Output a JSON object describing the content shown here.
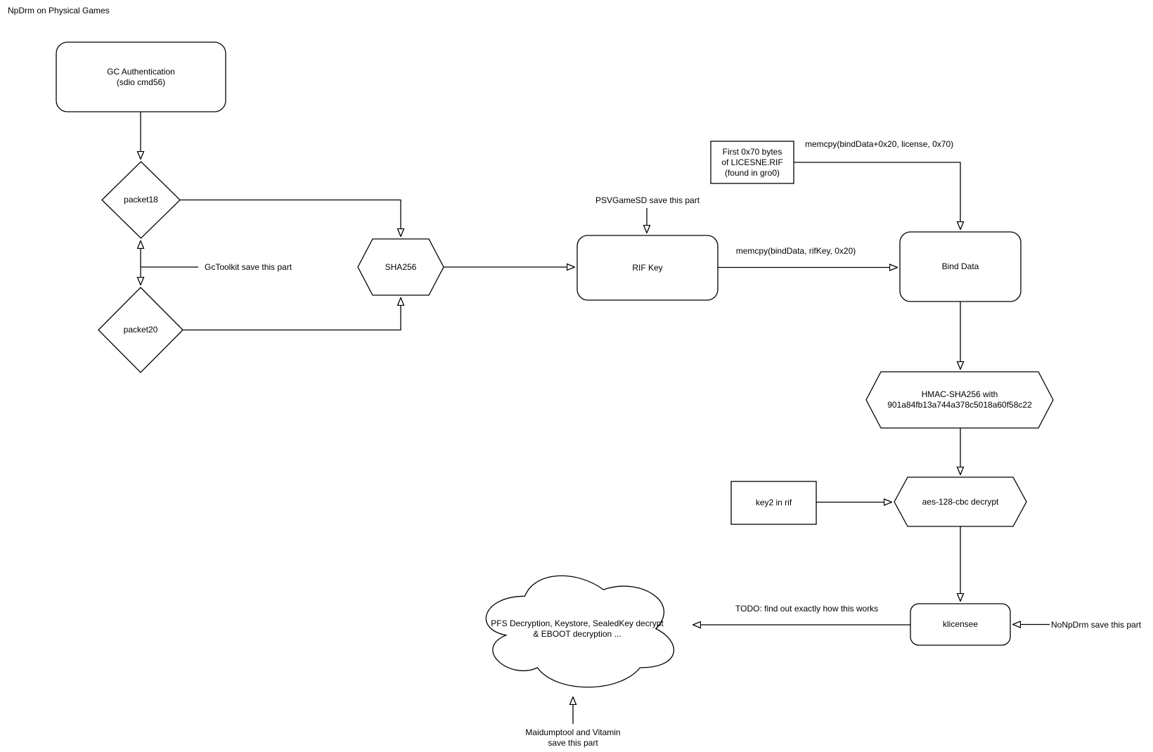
{
  "title": "NpDrm on Physical Games",
  "colors": {
    "background": "#ffffff",
    "stroke": "#000000",
    "text": "#000000"
  },
  "nodes": {
    "gc_auth": {
      "label": "GC Authentication\n(sdio cmd56)",
      "shape": "rounded-rect"
    },
    "packet18": {
      "label": "packet18",
      "shape": "diamond"
    },
    "packet20": {
      "label": "packet20",
      "shape": "diamond"
    },
    "sha256": {
      "label": "SHA256",
      "shape": "hexagon"
    },
    "rif_key": {
      "label": "RIF Key",
      "shape": "rounded-rect"
    },
    "license_box": {
      "label": "First 0x70 bytes\nof LICESNE.RIF\n(found in gro0)",
      "shape": "rect"
    },
    "bind_data": {
      "label": "Bind Data",
      "shape": "rounded-rect"
    },
    "hmac": {
      "label": "HMAC-SHA256 with\n901a84fb13a744a378c5018a60f58c22",
      "shape": "hexagon"
    },
    "key2": {
      "label": "key2 in rif",
      "shape": "rect"
    },
    "aes": {
      "label": "aes-128-cbc decrypt",
      "shape": "hexagon"
    },
    "klicensee": {
      "label": "klicensee",
      "shape": "rounded-rect"
    },
    "cloud": {
      "label": "PFS Decryption, Keystore, SealedKey decrypt\n& EBOOT decryption ...",
      "shape": "cloud"
    }
  },
  "edge_labels": {
    "gctoolkit": "GcToolkit save this part",
    "psvgamesd": "PSVGameSD save this part",
    "memcpy_license": "memcpy(bindData+0x20, license, 0x70)",
    "memcpy_rifkey": "memcpy(bindData, rifKey, 0x20)",
    "nonpdrm": "NoNpDrm save this part",
    "todo": "TODO: find out exactly how this works",
    "maidump": "Maidumptool and Vitamin\nsave this part"
  }
}
